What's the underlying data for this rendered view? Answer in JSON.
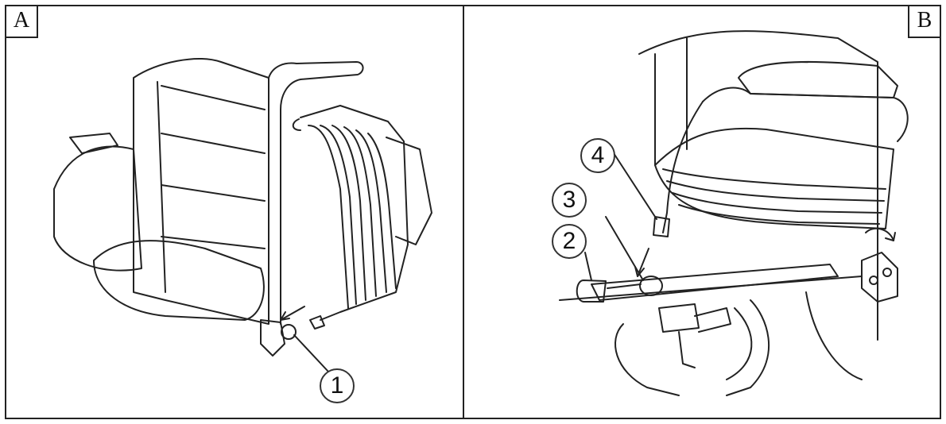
{
  "panels": [
    {
      "label": "A",
      "callouts": [
        "1"
      ]
    },
    {
      "label": "B",
      "callouts": [
        "4",
        "3",
        "2"
      ]
    }
  ],
  "colors": {
    "line": "#222222",
    "background": "#ffffff"
  }
}
